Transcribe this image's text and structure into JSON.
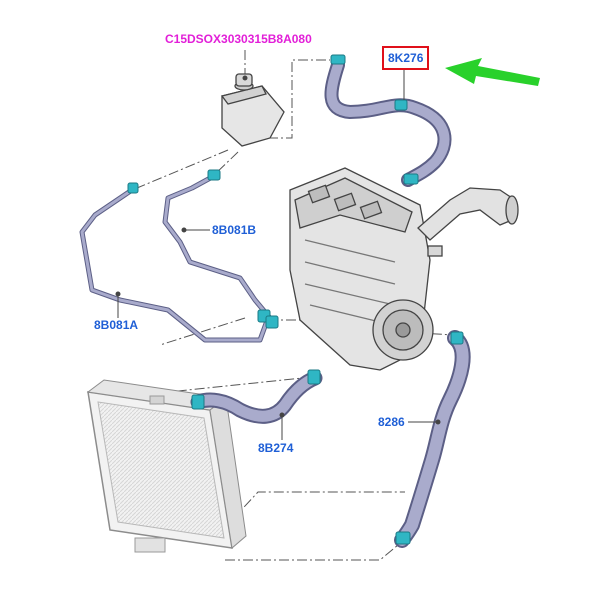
{
  "diagram": {
    "labels": {
      "reservoir_code": "C15DSOX3030315B8A080",
      "upper_hose": "8K276",
      "hose_b": "8B081B",
      "hose_a": "8B081A",
      "lower_hose_left": "8B274",
      "lower_hose_right": "8286"
    },
    "highlighted_part": "8K276",
    "colors": {
      "hose": "#a6a8c8",
      "hose_outline": "#5c5f86",
      "clamp": "#2fb6c4",
      "label": "#1f5fd6",
      "code_label": "#e21fd8",
      "highlight_box": "#e0101a",
      "arrow": "#29d12b",
      "linework": "#555555"
    }
  }
}
